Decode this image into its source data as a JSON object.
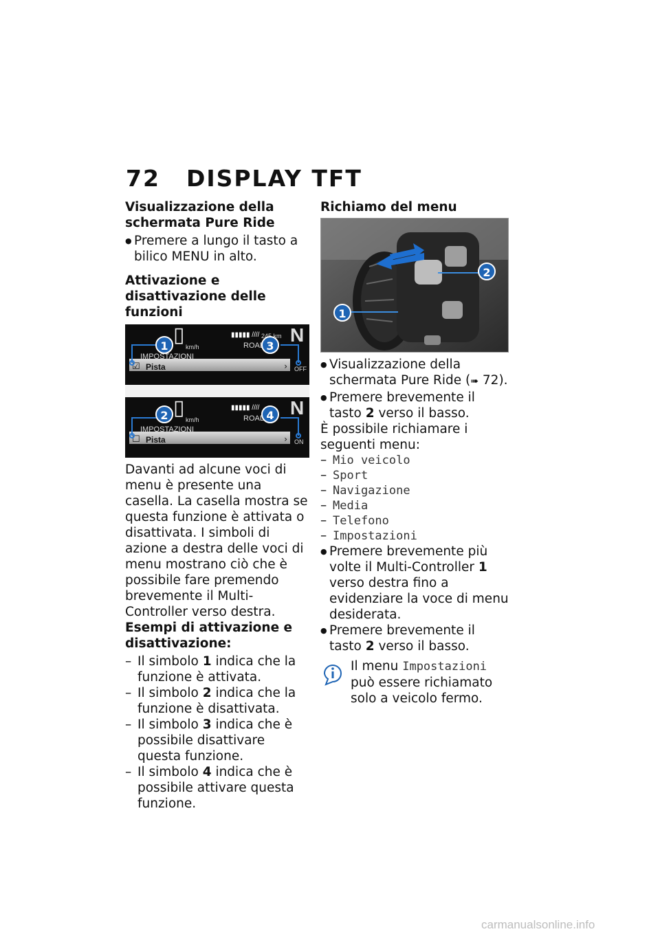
{
  "header": {
    "page_number": "72",
    "title": "DISPLAY TFT"
  },
  "left": {
    "h_pure_ride": "Visualizzazione della schermata Pure Ride",
    "b_pure_ride": "Premere a lungo il tasto a bilico MENU in alto.",
    "h_activation": "Attivazione e disattivazione delle funzioni",
    "figure": {
      "top_kmh": "km/h",
      "top_dist": "245 km",
      "top_mode": "ROAD",
      "gear": "N",
      "menu_title": "IMPOSTAZIONI",
      "item_label": "Pista",
      "off": "OFF",
      "on": "ON",
      "markers": [
        "1",
        "2",
        "3",
        "4"
      ]
    },
    "para": "Davanti ad alcune voci di menu è presente una casella. La casella mostra se questa funzione è attivata o disattivata. I simboli di azione a destra delle voci di menu mostrano ciò che è possibile fare premendo brevemente il Multi-Controller verso destra.",
    "h_examples": "Esempi di attivazione e disattivazione:",
    "ex": [
      {
        "pre": "Il simbolo ",
        "num": "1",
        "post": " indica che la funzione è attivata."
      },
      {
        "pre": "Il simbolo ",
        "num": "2",
        "post": " indica che la funzione è disattivata."
      },
      {
        "pre": "Il simbolo ",
        "num": "3",
        "post": " indica che è possibile disattivare questa funzione."
      },
      {
        "pre": "Il simbolo ",
        "num": "4",
        "post": " indica che è possibile attivare questa funzione."
      }
    ]
  },
  "right": {
    "h_menu": "Richiamo del menu",
    "figure": {
      "markers": [
        "1",
        "2"
      ]
    },
    "b1": "Visualizzazione della schermata Pure Ride (",
    "b1_ref": "72",
    "b1_end": ").",
    "b2_pre": "Premere brevemente il tasto ",
    "b2_num": "2",
    "b2_post": " verso il basso.",
    "possible": "È possibile richiamare i seguenti menu:",
    "menus": [
      "Mio veicolo",
      "Sport",
      "Navigazione",
      "Media",
      "Telefono",
      "Impostazioni"
    ],
    "b3_pre": "Premere brevemente più volte il Multi-Controller ",
    "b3_num": "1",
    "b3_post": " verso destra fino a evidenziare la voce di menu desiderata.",
    "b4_pre": "Premere brevemente il tasto ",
    "b4_num": "2",
    "b4_post": " verso il basso.",
    "note_pre": "Il menu ",
    "note_mono": "Impostazioni",
    "note_post": " può essere richiamato solo a veicolo fermo."
  },
  "footer": {
    "watermark": "carmanualsonline.info"
  }
}
